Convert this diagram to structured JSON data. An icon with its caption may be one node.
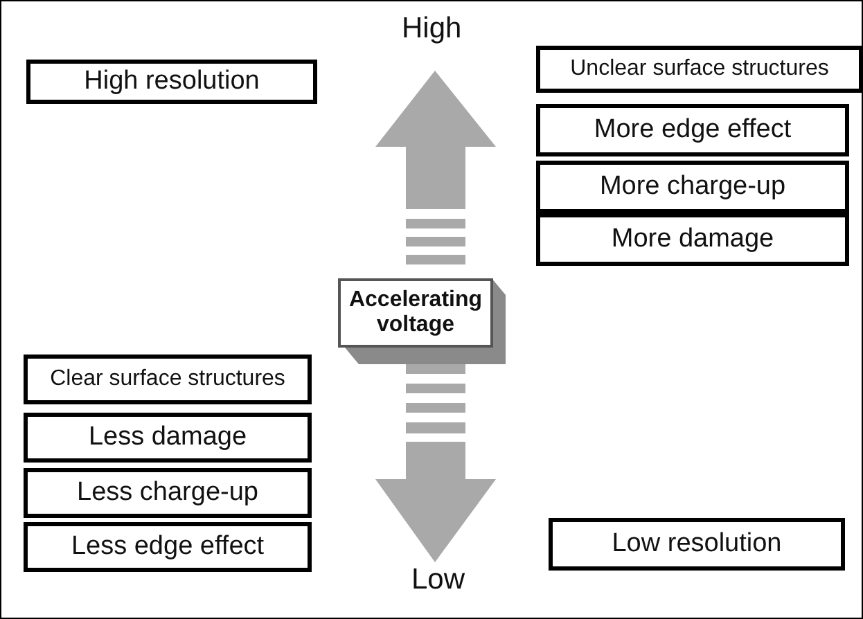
{
  "diagram": {
    "nodes": [
      {
        "text": [
          "High resolution"
        ]
      },
      {
        "text": [
          "Unclear surface structures"
        ]
      },
      {
        "text": [
          "More edge effect"
        ]
      },
      {
        "text": [
          "More charge-up"
        ]
      },
      {
        "text": [
          "More damage"
        ]
      },
      {
        "text": [
          "Accelerating voltage"
        ]
      },
      {
        "text": [
          "Clear surface structures"
        ]
      },
      {
        "text": [
          "Less damage"
        ]
      },
      {
        "text": [
          "Less charge-up"
        ]
      },
      {
        "text": [
          "Less edge effect"
        ]
      },
      {
        "text": [
          "Low resolution"
        ]
      }
    ],
    "edges": [],
    "labels": [
      "High",
      "Low"
    ]
  }
}
